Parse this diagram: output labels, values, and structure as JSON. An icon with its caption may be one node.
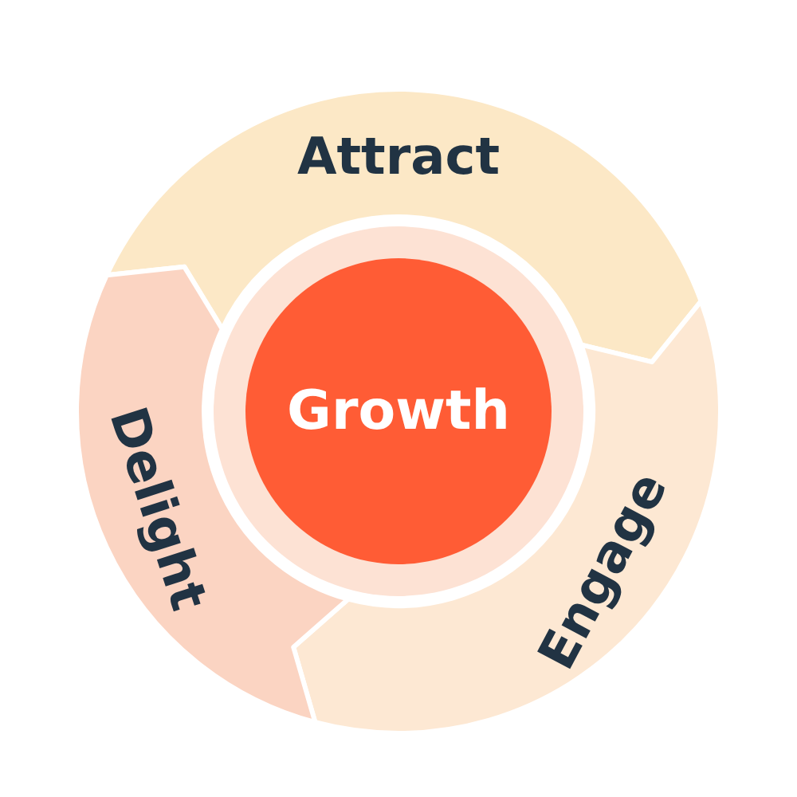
{
  "diagram": {
    "nodes": [
      {
        "text": [
          "Attract"
        ]
      },
      {
        "text": [
          "Growth"
        ]
      },
      {
        "text": [
          "Engage"
        ]
      },
      {
        "text": [
          "Delight"
        ]
      }
    ]
  }
}
